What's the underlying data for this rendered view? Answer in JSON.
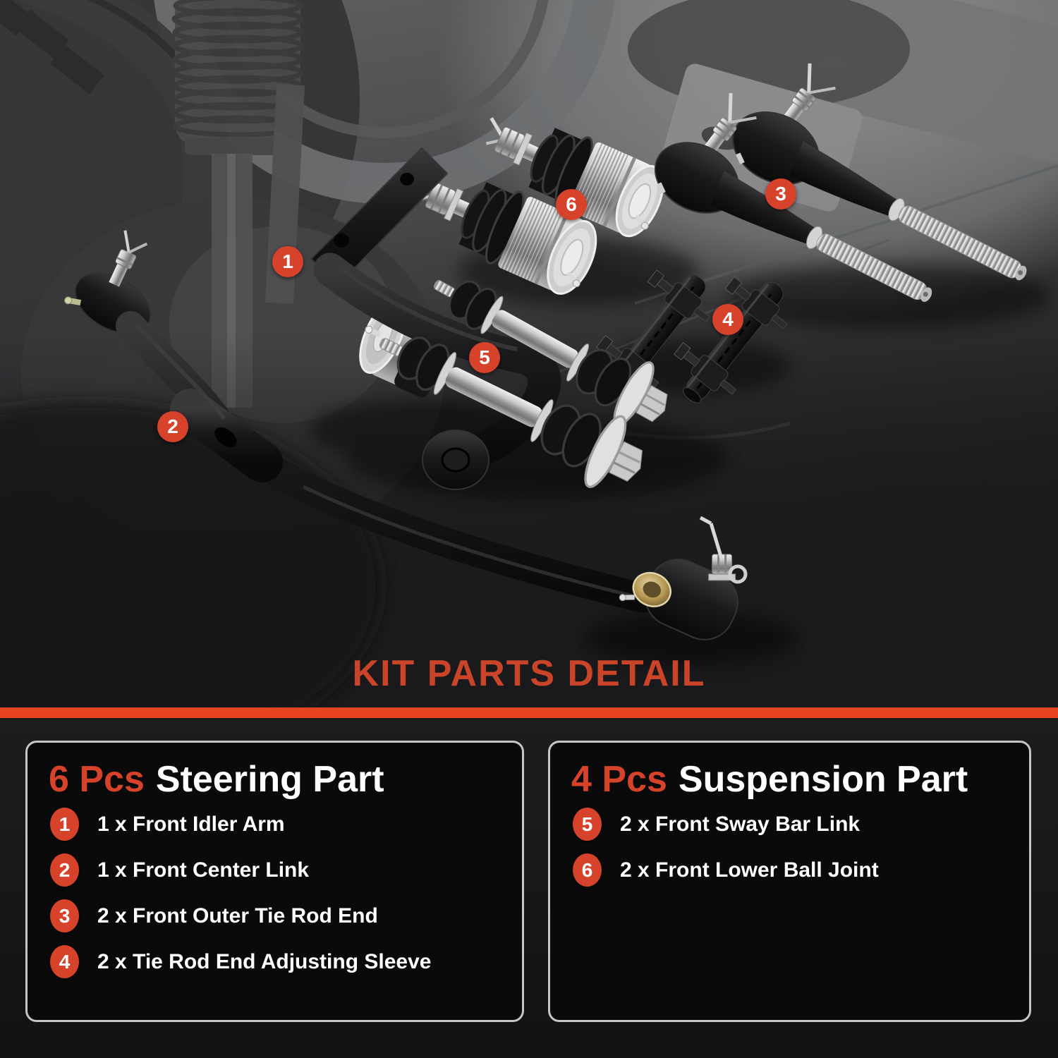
{
  "colors": {
    "accent_red": "#d7422a",
    "title_red": "#c94428",
    "bar_red": "#e74320"
  },
  "title": {
    "text": "KIT PARTS DETAIL"
  },
  "photo": {
    "markers": [
      {
        "label": "1",
        "part": "front-idler-arm"
      },
      {
        "label": "2",
        "part": "front-center-link"
      },
      {
        "label": "3",
        "part": "front-outer-tie-rod-end"
      },
      {
        "label": "4",
        "part": "tie-rod-end-adjusting-sleeve"
      },
      {
        "label": "5",
        "part": "front-sway-bar-link"
      },
      {
        "label": "6",
        "part": "front-lower-ball-joint"
      }
    ]
  },
  "panels": {
    "left": {
      "count": "6 Pcs",
      "name": "Steering Part",
      "items": [
        {
          "num": "1",
          "text": "1 x Front Idler Arm"
        },
        {
          "num": "2",
          "text": "1 x Front Center Link"
        },
        {
          "num": "3",
          "text": "2 x Front Outer Tie Rod End"
        },
        {
          "num": "4",
          "text": "2 x Tie Rod End Adjusting Sleeve"
        }
      ]
    },
    "right": {
      "count": "4 Pcs",
      "name": "Suspension Part",
      "items": [
        {
          "num": "5",
          "text": "2 x Front Sway Bar Link"
        },
        {
          "num": "6",
          "text": "2 x Front Lower Ball Joint"
        }
      ]
    }
  }
}
